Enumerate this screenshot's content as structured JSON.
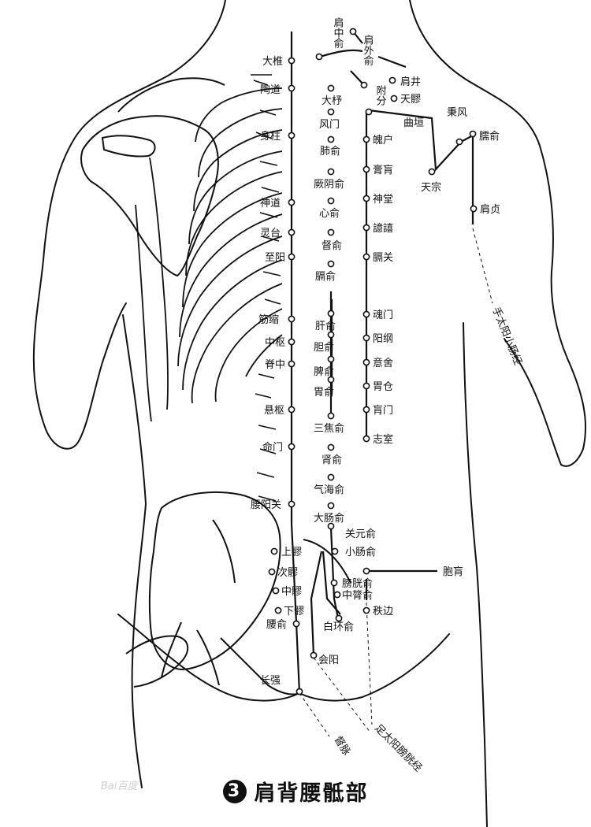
{
  "caption": {
    "number": "3",
    "text": "肩背腰骶部"
  },
  "watermark": "Bai百度",
  "meridians": {
    "small_intestine": "手太阳小肠经",
    "bladder": "足太阳膀胱经",
    "governor": "督脉"
  },
  "points": {
    "dazhui": "大椎",
    "taodao": "陶道",
    "shenzhu": "身柱",
    "shendao": "神道",
    "lingtai": "灵台",
    "zhiyang": "至阳",
    "jinsuo": "筋缩",
    "zhongshu": "中枢",
    "jizhong": "脊中",
    "xuanshu": "悬枢",
    "mingmen": "命门",
    "yaoyangguan": "腰阳关",
    "yaoshu": "腰俞",
    "changqiang": "长强",
    "jianzhongshu": "肩中俞",
    "jianwaishu": "肩外俞",
    "jianjing": "肩井",
    "tianliao": "天髎",
    "fufen": "附分",
    "quyuan": "曲垣",
    "bingfeng": "秉风",
    "naoshu": "臑俞",
    "tianzong": "天宗",
    "jianzhen": "肩贞",
    "dazhu": "大杼",
    "fengmen": "风门",
    "feishu": "肺俞",
    "jueyinshu": "厥阴俞",
    "xinshu": "心俞",
    "dushu": "督俞",
    "geshu": "膈俞",
    "ganshu": "肝俞",
    "danshu": "胆俞",
    "pishu": "脾俞",
    "weishu": "胃俞",
    "sanjiaoshu": "三焦俞",
    "shenshu": "肾俞",
    "qihaishu": "气海俞",
    "dachangshu": "大肠俞",
    "guanyuanshu": "关元俞",
    "xiaochangshu": "小肠俞",
    "pangguangshu": "膀胱俞",
    "zhonglvshu": "中膂俞",
    "baihuanshu": "白环俞",
    "shangliao": "上髎",
    "ciliao": "次髎",
    "zhongliao": "中髎",
    "xialiao": "下髎",
    "huiyang": "会阳",
    "pohu": "魄户",
    "gaohuang": "膏肓",
    "shentang": "神堂",
    "yixi": "譩譆",
    "geguan": "膈关",
    "hunmen": "魂门",
    "yanggang": "阳纲",
    "yishe": "意舍",
    "weicang": "胃仓",
    "huangmen": "肓门",
    "zhishi": "志室",
    "baohuang": "胞肓",
    "zhibian": "秩边"
  }
}
